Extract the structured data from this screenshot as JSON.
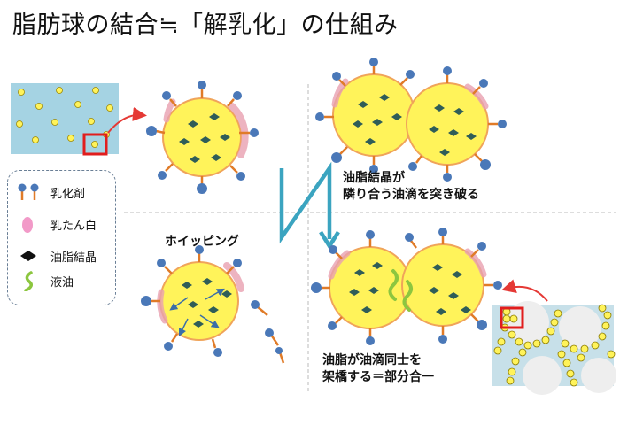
{
  "title": "脂肪球の結合≒「解乳化」の仕組み",
  "legend": [
    {
      "icon": "emulsifier-icon",
      "label": "乳化剤"
    },
    {
      "icon": "milk-protein-icon",
      "label": "乳たん白"
    },
    {
      "icon": "fat-crystal-icon",
      "label": "油脂結晶"
    },
    {
      "icon": "liquid-oil-icon",
      "label": "液油"
    }
  ],
  "labels": {
    "whipping": "ホイッピング",
    "crystal_break_line1": "油脂結晶が",
    "crystal_break_line2": "隣り合う油滴を突き破る",
    "bridge_line1": "油脂が油滴同士を",
    "bridge_line2": "架橋する＝部分合一"
  },
  "colors": {
    "fat_globule": "#fff35a",
    "globule_outline": "#f0a45a",
    "emulsifier": "#4a78b8",
    "emulsifier_tail": "#e07b28",
    "protein": "#e8a0b0",
    "crystal": "#2f5d58",
    "liquid_oil": "#8cc63f",
    "water": "#a5d3e3",
    "arrow_red": "#e53935",
    "arrow_blue": "#3ba4c0",
    "highlight_red": "#e11d1d"
  }
}
